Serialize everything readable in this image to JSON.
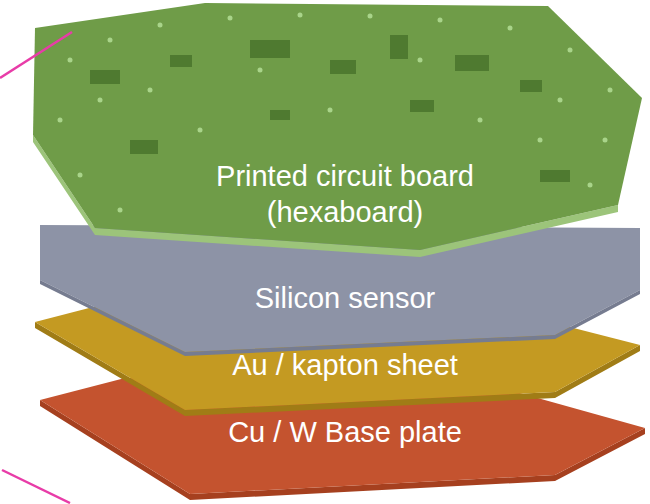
{
  "diagram": {
    "labels": [
      "Printed circuit board (hexaboard)",
      "Silicon sensor",
      "Au / kapton sheet",
      "Cu / W Base plate"
    ]
  }
}
